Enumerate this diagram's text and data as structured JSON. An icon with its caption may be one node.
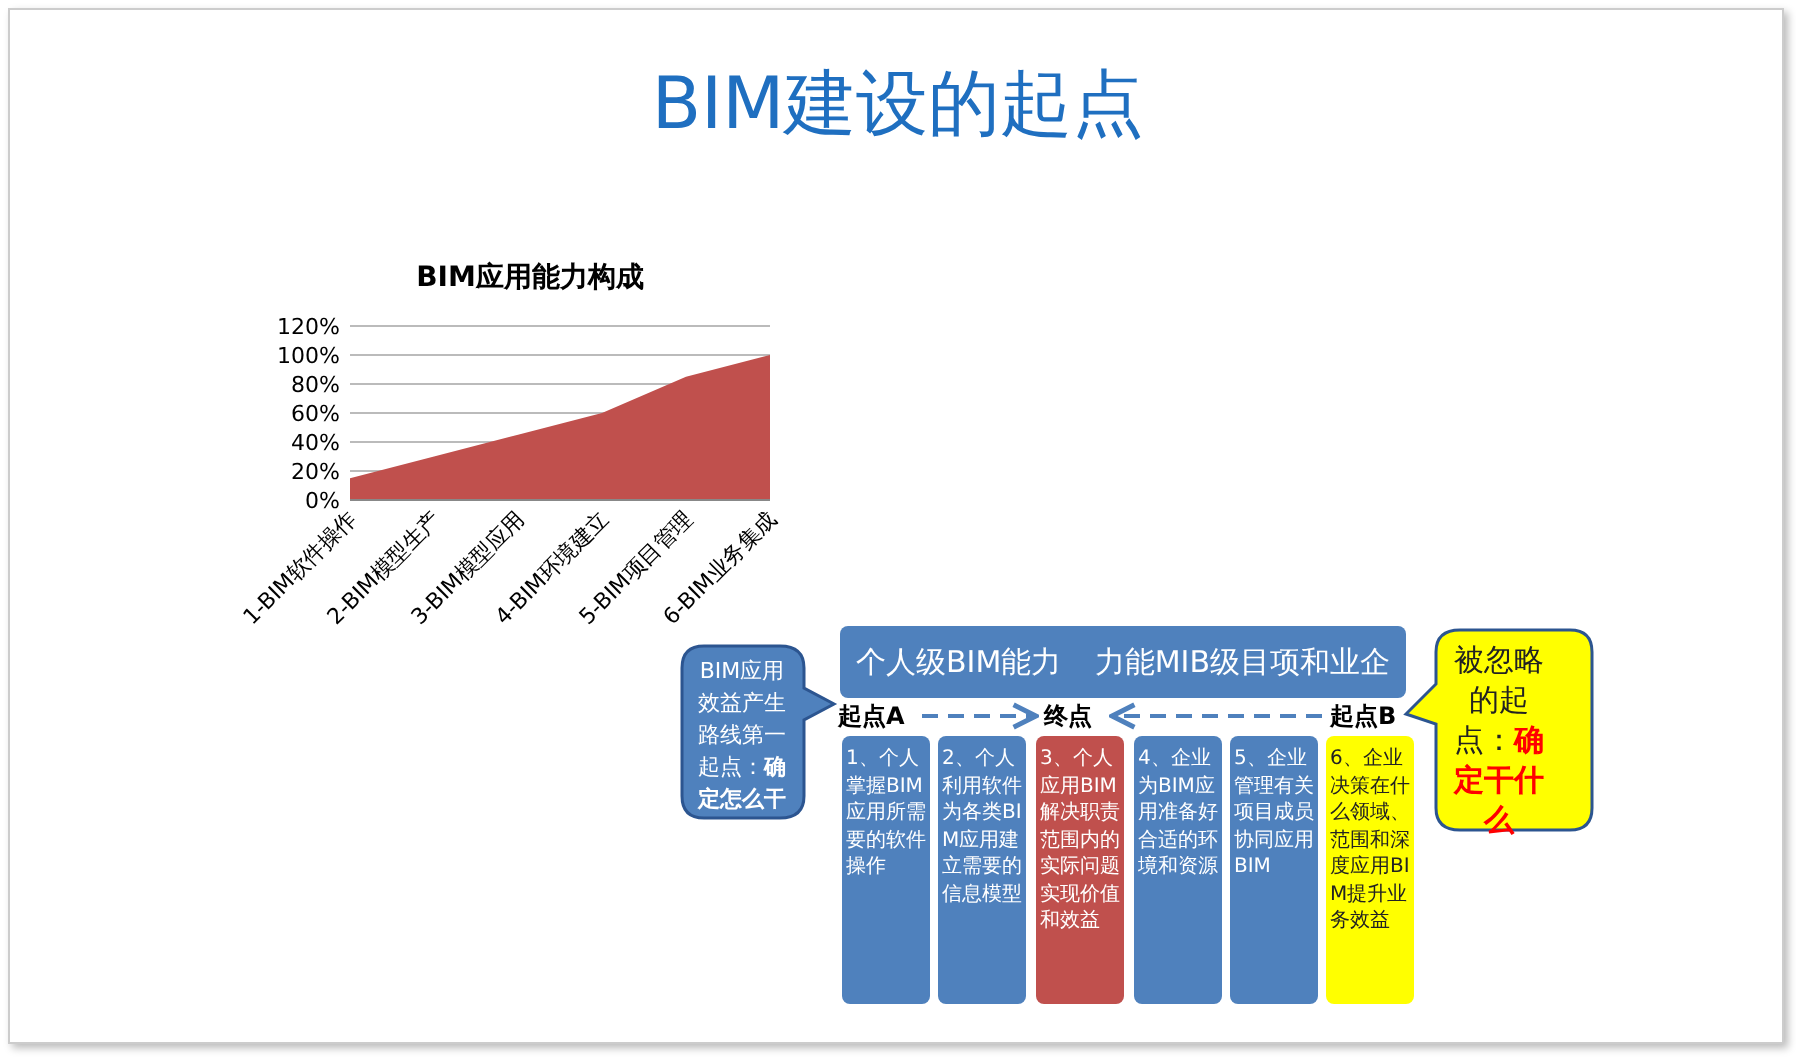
{
  "diagram": {
    "title": "BIM建设的起点",
    "nodes": [
      {
        "text": [
          "个人级BIM能力",
          "力能MIB级目项和业企"
        ]
      },
      {
        "text": [
          "起点A"
        ]
      },
      {
        "text": [
          "终点"
        ]
      },
      {
        "text": [
          "起点B"
        ]
      },
      {
        "text": [
          "1、个人掌握BIM应用所需要的软件操作"
        ]
      },
      {
        "text": [
          "2、个人利用软件为各类BIM应用建立需要的信息模型"
        ]
      },
      {
        "text": [
          "3、个人应用BIM解决职责范围内的实际问题实现价值和效益"
        ]
      },
      {
        "text": [
          "4、企业为BIM应用准备好合适的环境和资源"
        ]
      },
      {
        "text": [
          "5、企业管理有关项目成员协同应用BIM"
        ]
      },
      {
        "text": [
          "6、企业决策在什么领域、范围和深度应用BIM提升业务效益"
        ]
      },
      {
        "text": [
          "BIM应用效益产生路线第一起点：**确定怎么干**"
        ]
      },
      {
        "text": [
          "被忽略的起点：**确定干什么**"
        ]
      }
    ],
    "edges": [
      {
        "from": 1,
        "to": 2,
        "arrow": "to",
        "style": "dashed"
      },
      {
        "from": 3,
        "to": 2,
        "arrow": "to",
        "style": "dashed"
      }
    ],
    "chart_data": {
      "type": "area",
      "title": "BIM应用能力构成",
      "categories": [
        "1-BIM软件操作",
        "2-BIM模型生产",
        "3-BIM模型应用",
        "4-BIM环境建立",
        "5-BIM项目管理",
        "6-BIM业务集成"
      ],
      "series": [
        {
          "color": "#c0504d",
          "values": [
            15,
            30,
            45,
            60,
            85,
            100
          ]
        }
      ],
      "ylim": [
        0,
        120
      ],
      "grid": true,
      "yticks": [
        {
          "value": 0,
          "label": "0%"
        },
        {
          "value": 20,
          "label": "20%"
        },
        {
          "value": 40,
          "label": "40%"
        },
        {
          "value": 60,
          "label": "60%"
        },
        {
          "value": 80,
          "label": "80%"
        },
        {
          "value": 100,
          "label": "100%"
        },
        {
          "value": 120,
          "label": "120%"
        }
      ]
    }
  }
}
